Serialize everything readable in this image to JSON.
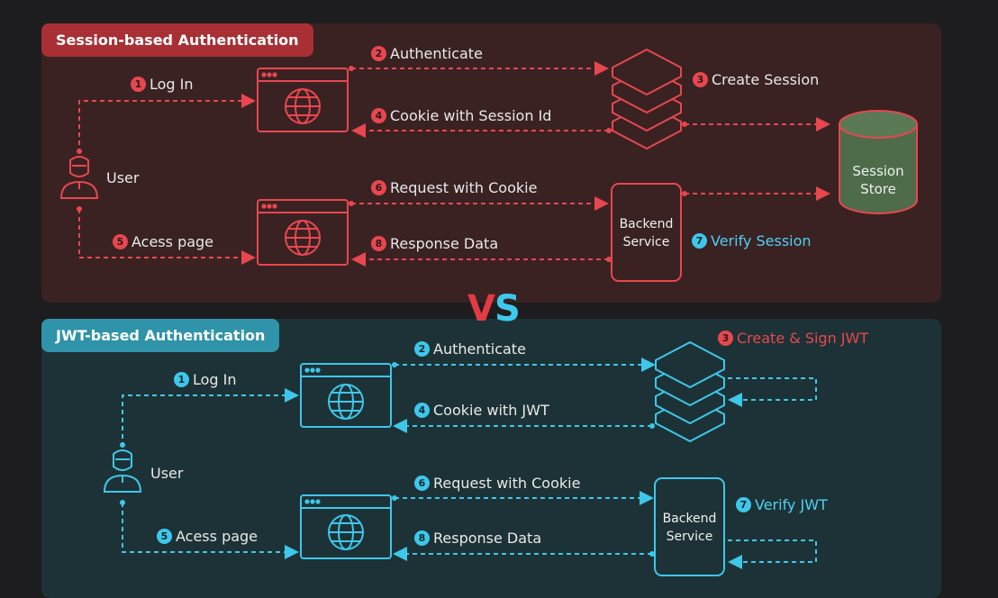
{
  "session": {
    "title": "Session-based Authentication",
    "user": "User",
    "steps": {
      "s1": {
        "num": "1",
        "text": "Log In"
      },
      "s2": {
        "num": "2",
        "text": "Authenticate"
      },
      "s3": {
        "num": "3",
        "text": "Create Session"
      },
      "s4": {
        "num": "4",
        "text": "Cookie with Session Id"
      },
      "s5": {
        "num": "5",
        "text": "Acess page"
      },
      "s6": {
        "num": "6",
        "text": "Request with Cookie"
      },
      "s7": {
        "num": "7",
        "text": "Verify Session"
      },
      "s8": {
        "num": "8",
        "text": "Response Data"
      }
    },
    "store_line1": "Session",
    "store_line2": "Store",
    "backend_line1": "Backend",
    "backend_line2": "Service"
  },
  "vs": {
    "v": "V",
    "s": "S"
  },
  "jwt": {
    "title": "JWT-based Authentication",
    "user": "User",
    "steps": {
      "s1": {
        "num": "1",
        "text": "Log In"
      },
      "s2": {
        "num": "2",
        "text": "Authenticate"
      },
      "s3": {
        "num": "3",
        "text": "Create & Sign JWT"
      },
      "s4": {
        "num": "4",
        "text": "Cookie with JWT"
      },
      "s5": {
        "num": "5",
        "text": "Acess page"
      },
      "s6": {
        "num": "6",
        "text": "Request with Cookie"
      },
      "s7": {
        "num": "7",
        "text": "Verify JWT"
      },
      "s8": {
        "num": "8",
        "text": "Response Data"
      }
    },
    "backend_line1": "Backend",
    "backend_line2": "Service"
  },
  "colors": {
    "session_accent": "#e8474f",
    "jwt_accent": "#3ec7ea",
    "session_panel": "#3a2222",
    "jwt_panel": "#1d3236",
    "store_fill": "#4e6b4a"
  }
}
